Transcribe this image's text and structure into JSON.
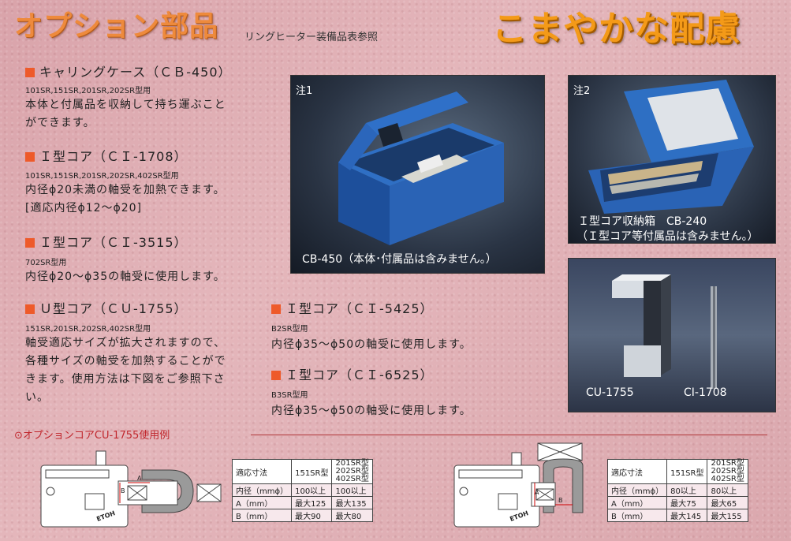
{
  "header": {
    "title": "オプション部品",
    "subtitle": "リングヒーター装備品表参照",
    "headline": "こまやかな配慮"
  },
  "sections": {
    "cb450": {
      "title": "キャリングケース（ＣＢ-450）",
      "models": "101SR,151SR,201SR,202SR型用",
      "desc1": "本体と付属品を収納して持ち運ぶこと",
      "desc2": "ができます。"
    },
    "ci1708": {
      "title": "Ｉ型コア（ＣＩ-1708）",
      "models": "101SR,151SR,201SR,202SR,402SR型用",
      "desc1": "内径ϕ20未満の軸受を加熱できます。",
      "desc2": "[適応内径ϕ12〜ϕ20]"
    },
    "ci3515": {
      "title": "Ｉ型コア（ＣＩ-3515）",
      "models": "702SR型用",
      "desc1": "内径ϕ20〜ϕ35の軸受に使用します。"
    },
    "cu1755": {
      "title": "Ｕ型コア（ＣＵ-1755）",
      "models": "151SR,201SR,202SR,402SR型用",
      "desc1": "軸受適応サイズが拡大されますので、",
      "desc2": "各種サイズの軸受を加熱することがで",
      "desc3": "きます。使用方法は下図をご参照下さ",
      "desc4": "い。"
    },
    "ci5425": {
      "title": "Ｉ型コア（ＣＩ-5425）",
      "models": "B2SR型用",
      "desc1": "内径ϕ35〜ϕ50の軸受に使用します。"
    },
    "ci6525": {
      "title": "Ｉ型コア（ＣＩ-6525）",
      "models": "B3SR型用",
      "desc1": "内径ϕ35〜ϕ50の軸受に使用します。"
    }
  },
  "photos": {
    "p1": {
      "note": "注1",
      "caption": "CB-450（本体･付属品は含みません。）"
    },
    "p2": {
      "note": "注2",
      "caption1": "Ｉ型コア収納箱　CB-240",
      "caption2": "（Ｉ型コア等付属品は含みません。）"
    },
    "p3": {
      "label_left": "CU-1755",
      "label_right": "CI-1708"
    }
  },
  "usage": {
    "title": "⊙オプションコアCU-1755使用例",
    "diagram_labels": {
      "a": "A",
      "b": "B",
      "brand": "ETOH"
    }
  },
  "table1": {
    "head": [
      "適応寸法",
      "151SR型",
      "201SR型\n202SR型\n402SR型"
    ],
    "h3lines": [
      "201SR型",
      "202SR型",
      "402SR型"
    ],
    "rows": [
      [
        "内径（mmϕ）",
        "100以上",
        "100以上"
      ],
      [
        "A（mm）",
        "最大125",
        "最大135"
      ],
      [
        "B（mm）",
        "最大90",
        "最大80"
      ]
    ]
  },
  "table2": {
    "head": [
      "適応寸法",
      "151SR型"
    ],
    "h3lines": [
      "201SR型",
      "202SR型",
      "402SR型"
    ],
    "rows": [
      [
        "内径（mmϕ）",
        "80以上",
        "80以上"
      ],
      [
        "A（mm）",
        "最大75",
        "最大65"
      ],
      [
        "B（mm）",
        "最大145",
        "最大155"
      ]
    ]
  }
}
